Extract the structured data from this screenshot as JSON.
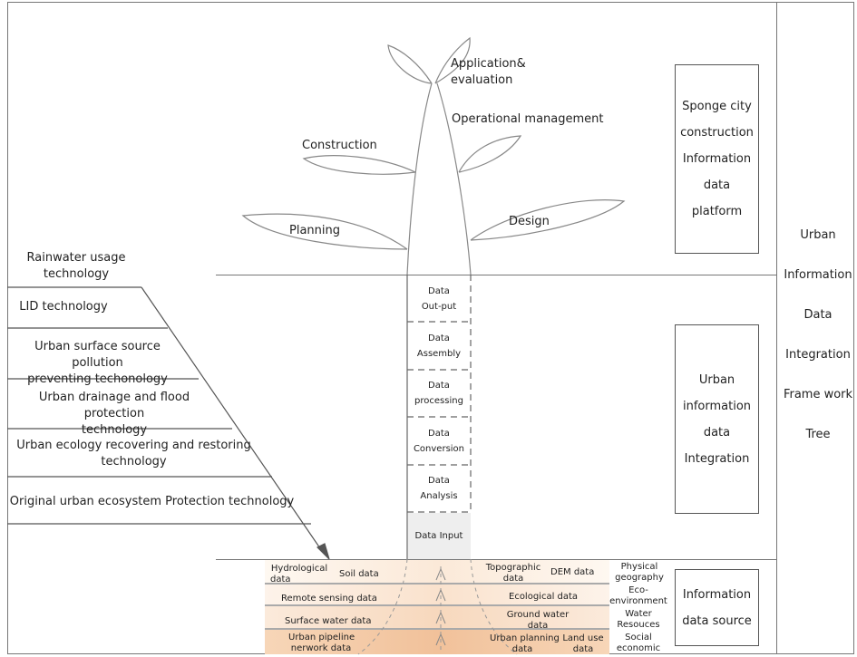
{
  "platform_box": {
    "lines": [
      "Sponge city",
      "construction",
      "Information",
      "data",
      "platform"
    ]
  },
  "integration_box": {
    "lines": [
      "Urban",
      "information",
      "data",
      "Integration"
    ]
  },
  "source_box": {
    "lines": [
      "Information",
      "data source"
    ]
  },
  "side_title": {
    "lines": [
      "Urban",
      "Information",
      "Data",
      "Integration",
      "Frame work",
      "Tree"
    ]
  },
  "leaves": {
    "application": [
      "Application&",
      "evaluation"
    ],
    "operational": "Operational management",
    "construction": "Construction",
    "planning": "Planning",
    "design": "Design"
  },
  "trunk_stages": [
    [
      "Data",
      "Out-put"
    ],
    [
      "Data",
      "Assembly"
    ],
    [
      "Data",
      "processing"
    ],
    [
      "Data",
      "Conversion"
    ],
    [
      "Data",
      "Analysis"
    ],
    [
      "Data Input"
    ]
  ],
  "technologies": {
    "rainwater": [
      "Rainwater usage",
      "technology"
    ],
    "items": [
      [
        "LID technology"
      ],
      [
        "Urban surface source pollution",
        "preventing techonology"
      ],
      [
        "Urban drainage and flood protection",
        "technology"
      ],
      [
        "Urban ecology recovering and restoring",
        "technology"
      ],
      [
        "Original urban ecosystem Protection technology"
      ]
    ]
  },
  "sources": {
    "hydrological": [
      "Hydrological",
      "data"
    ],
    "soil": "Soil data",
    "remote": "Remote sensing data",
    "surface_water": "Surface water data",
    "pipeline": [
      "Urban pipeline",
      "nerwork data"
    ],
    "topographic": [
      "Topographic",
      "data"
    ],
    "dem": "DEM data",
    "ecological": "Ecological data",
    "ground_water": [
      "Ground water",
      "data"
    ],
    "urban_planning": [
      "Urban planning",
      "data"
    ],
    "land_use": [
      "Land use",
      "data"
    ]
  },
  "categories": [
    [
      "Physical",
      "geography"
    ],
    [
      "Eco-",
      "environment"
    ],
    [
      "Water",
      "Resouces"
    ],
    [
      "Social",
      "economic"
    ]
  ],
  "colors": {
    "line": "#777777",
    "band_light": "#fdf3ea",
    "band_mid": "#f8dfc8",
    "band_dark": "#f3c9a6",
    "input_fill": "#eeeeee"
  }
}
